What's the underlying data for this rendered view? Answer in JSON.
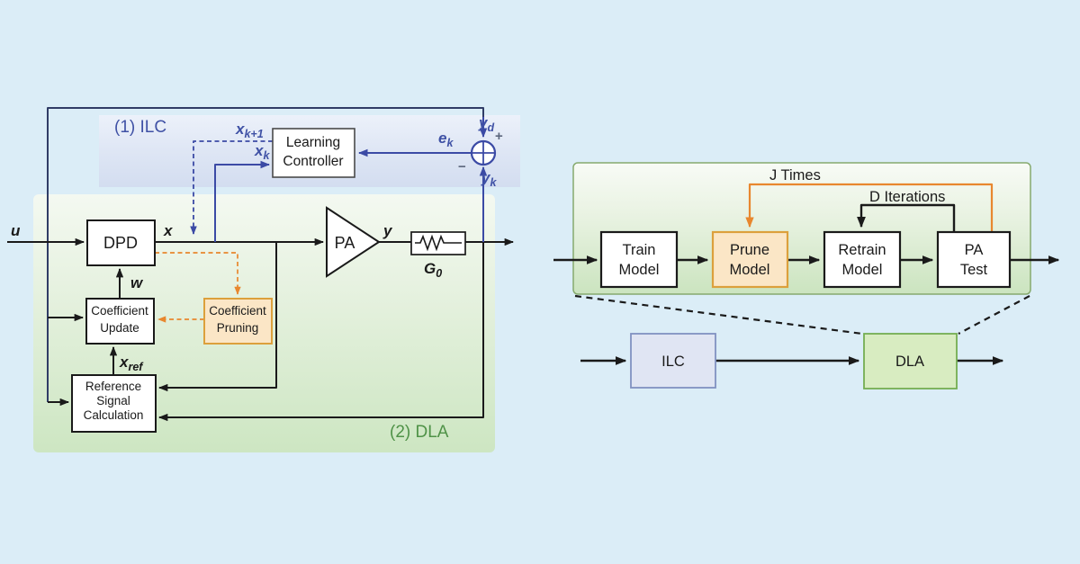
{
  "colors": {
    "page_bg": "#dbedf7",
    "ink": "#1a1a1a",
    "blue": "#3b4aa5",
    "navy": "#303c66",
    "blue_text": "#3f51a5",
    "orange": "#e8872e",
    "orange_fill": "#fbe6c6",
    "orange_border": "#dca03c",
    "green_text": "#4f9247",
    "ilc_box_fill": "#e0e5f3",
    "ilc_box_border": "#8191c1",
    "dla_box_fill": "#d8ecc1",
    "dla_box_border": "#74ad52"
  },
  "left": {
    "region_labels": {
      "ilc": "(1) ILC",
      "dla": "(2) DLA"
    },
    "blocks": {
      "dpd": "DPD",
      "learning_controller": [
        "Learning",
        "Controller"
      ],
      "coefficient_update": [
        "Coefficient",
        "Update"
      ],
      "coefficient_pruning": [
        "Coefficient",
        "Pruning"
      ],
      "reference_signal_calculation": [
        "Reference",
        "Signal",
        "Calculation"
      ],
      "pa": "PA"
    },
    "signals": {
      "u": "u",
      "x": "x",
      "w": "w",
      "y": "y",
      "g0": {
        "main": "G",
        "sub": "0"
      },
      "x_ref": {
        "main": "x",
        "sub": "ref"
      },
      "x_k1": {
        "main": "x",
        "sub": "k+1"
      },
      "x_k": {
        "main": "x",
        "sub": "k"
      },
      "e_k": {
        "main": "e",
        "sub": "k"
      },
      "y_d": {
        "main": "y",
        "sub": "d"
      },
      "y_k": {
        "main": "y",
        "sub": "k"
      },
      "sum_plus": "+",
      "sum_minus": "−"
    }
  },
  "right": {
    "annotations": {
      "j_times": "J Times",
      "d_iterations": "D Iterations"
    },
    "blocks": {
      "train": [
        "Train",
        "Model"
      ],
      "prune": [
        "Prune",
        "Model"
      ],
      "retrain": [
        "Retrain",
        "Model"
      ],
      "pa_test": [
        "PA",
        "Test"
      ],
      "ilc": "ILC",
      "dla": "DLA"
    }
  }
}
